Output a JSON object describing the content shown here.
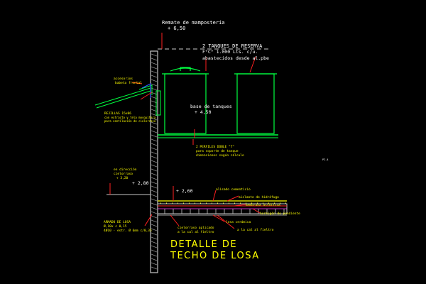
{
  "colors": {
    "background": "#000000",
    "text_white": "#ffffff",
    "text_yellow": "#ffff00",
    "green": "#00ff40",
    "red": "#ff2020",
    "blue": "#3050ff",
    "wall": "#c8c8c8",
    "magenta": "#ff40ff"
  },
  "labels": {
    "remate_title": "Remate de mampostería",
    "remate_level": "+ 6,50",
    "tanques_title": "2 TANQUES DE RESERVA",
    "tanques_capacity": "F°C° 1.000 Lts. c/u.",
    "tanques_note": "abastecidos desde al.pbe",
    "accesorios_1": "accesorios",
    "accesorios_2": "babeta frontal",
    "rejillas_1": "REJILLAS 15x06",
    "rejillas_2": "con extracto y tela mosquitera",
    "rejillas_3": "para ventilación de cielorraso",
    "base_label": "base de tanques",
    "base_level": "+ 4,50",
    "perfiles_1": "2 PERFILES DOBLE \"T\"",
    "perfiles_2": "para soporte de tanque",
    "perfiles_3": "dimensiones según cálculo",
    "small_note": "PI-4",
    "direccion_1": "en dirección",
    "direccion_2": "cielorraso",
    "direccion_3": "+ 3,20",
    "level_280": "+ 2,80",
    "level_260": "+ 2,60",
    "alisado": "alisado cementicio",
    "aislante": "aislante de hidrófugo",
    "membrana": "membrana asfáltica",
    "hormigon": "hormigón de pendiente",
    "losa": "losa cerámica",
    "cielorraso": "cielorraso aplicado",
    "yeso": "a la cal al fieltro",
    "armado_1": "ARMADO DE LOSA",
    "armado_2": "Ø,10x c 0,15",
    "armado_3": "4Ø10 - estr. Ø 6mm c/0,35",
    "titulo_1": "DETALLE DE",
    "titulo_2": "TECHO DE LOSA"
  }
}
